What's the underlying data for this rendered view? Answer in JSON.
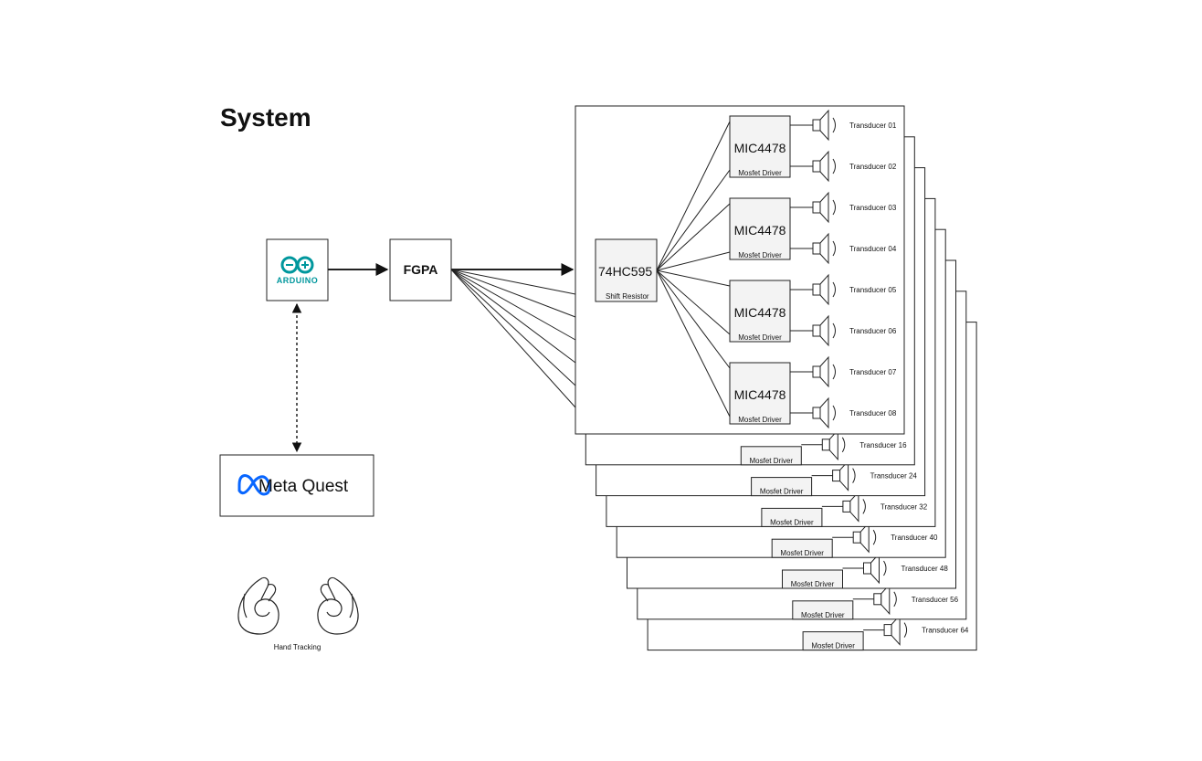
{
  "title": "System",
  "arduino": {
    "label": "ARDUINO",
    "logo_color": "#00979D",
    "icon": "arduino-logo-icon"
  },
  "fpga": {
    "label": "FGPA"
  },
  "meta_quest": {
    "label": "Meta Quest",
    "logo_color": "#0866FF",
    "icon": "meta-infinity-logo-icon"
  },
  "hand_tracking": {
    "label": "Hand Tracking",
    "icons": [
      "left-hand-ok-icon",
      "right-hand-ok-icon"
    ]
  },
  "shift_register": {
    "chip": "74HC595",
    "label": "Shift Resistor"
  },
  "driver_chip": "MIC4478",
  "driver_label": "Mosfet Driver",
  "transducers_front": [
    "Transducer 01",
    "Transducer 02",
    "Transducer 03",
    "Transducer 04",
    "Transducer 05",
    "Transducer 06",
    "Transducer 07",
    "Transducer 08"
  ],
  "stacked_boards": [
    {
      "driver": "Mosfet Driver",
      "transducer": "Transducer 16"
    },
    {
      "driver": "Mosfet Driver",
      "transducer": "Transducer 24"
    },
    {
      "driver": "Mosfet Driver",
      "transducer": "Transducer 32"
    },
    {
      "driver": "Mosfet Driver",
      "transducer": "Transducer 40"
    },
    {
      "driver": "Mosfet Driver",
      "transducer": "Transducer 48"
    },
    {
      "driver": "Mosfet Driver",
      "transducer": "Transducer 56"
    },
    {
      "driver": "Mosfet Driver",
      "transducer": "Transducer 64"
    }
  ]
}
